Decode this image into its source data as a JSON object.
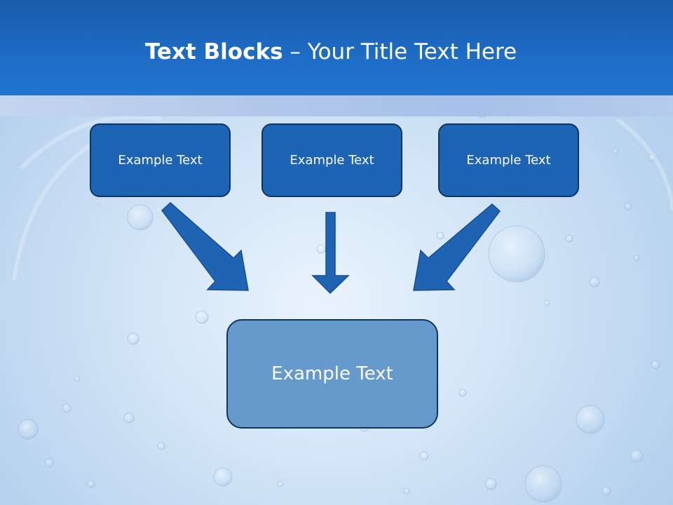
{
  "slide": {
    "title_bold": "Text Blocks",
    "title_dash": " – ",
    "title_rest": "Your Title Text Here"
  },
  "diagram": {
    "top_boxes": [
      "Example Text",
      "Example Text",
      "Example Text"
    ],
    "main_box": "Example Text"
  },
  "colors": {
    "header": "#1d6bc4",
    "box_fill": "#1d64b4",
    "box_border": "#0f3561",
    "main_box_fill": "#6699cc",
    "arrow_fill": "#1f63b3"
  }
}
